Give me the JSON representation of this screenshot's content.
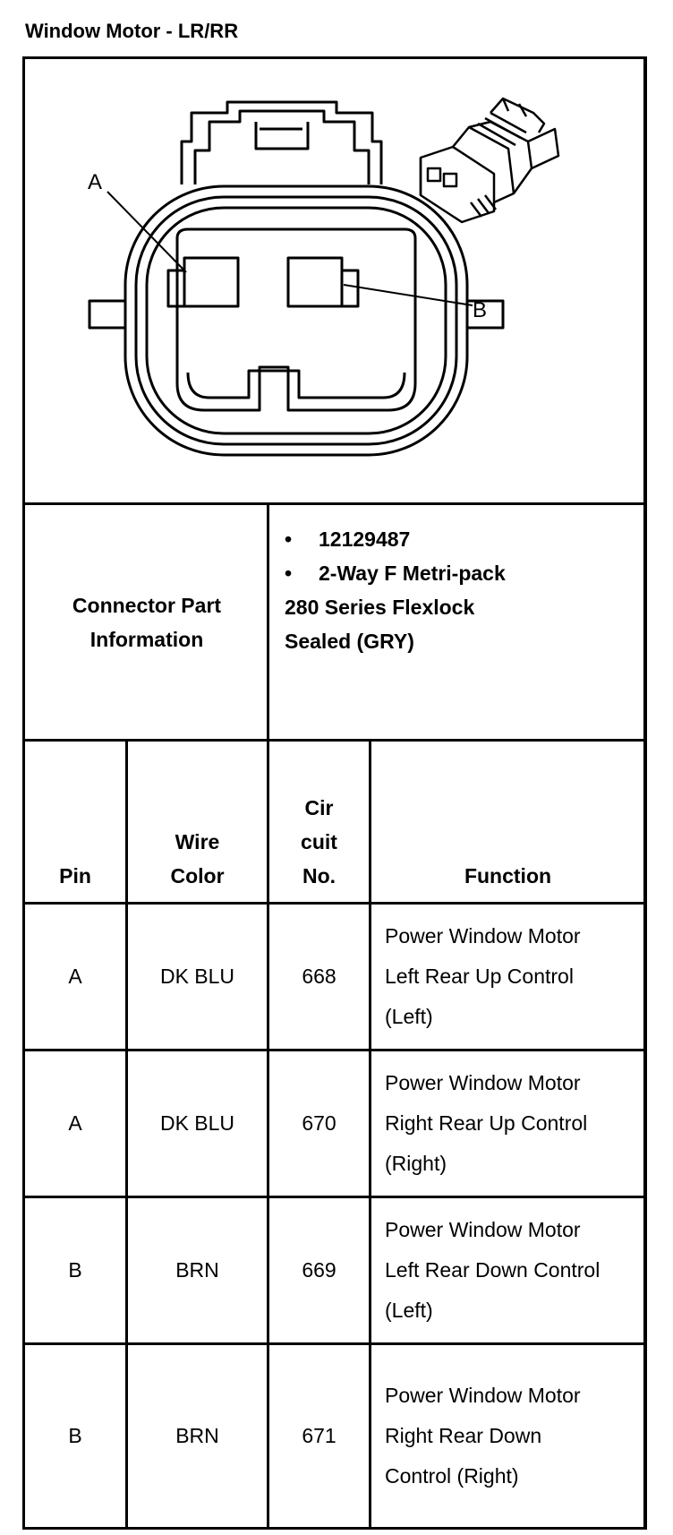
{
  "title": "Window Motor - LR/RR",
  "diagram": {
    "pin_label_a": "A",
    "pin_label_b": "B",
    "icon": "connector-face-icon",
    "icon_3d": "connector-3d-icon"
  },
  "connector": {
    "label": "Connector Part Information",
    "bullet": "•",
    "lines": [
      "12129487",
      "2-Way F Metri-pack",
      "280 Series Flexlock",
      "Sealed (GRY)"
    ]
  },
  "headers": {
    "pin": "Pin",
    "wire_color": "Wire Color",
    "circuit": "Cir cuit No.",
    "function": "Function"
  },
  "rows": [
    {
      "pin": "A",
      "wire": "DK BLU",
      "circuit": "668",
      "function": "Power Window Motor Left Rear Up Control (Left)"
    },
    {
      "pin": "A",
      "wire": "DK BLU",
      "circuit": "670",
      "function": "Power Window Motor Right Rear Up Control (Right)"
    },
    {
      "pin": "B",
      "wire": "BRN",
      "circuit": "669",
      "function": "Power Window Motor Left Rear Down Control (Left)"
    },
    {
      "pin": "B",
      "wire": "BRN",
      "circuit": "671",
      "function": "Power Window Motor Right Rear Down Control (Right)"
    }
  ]
}
